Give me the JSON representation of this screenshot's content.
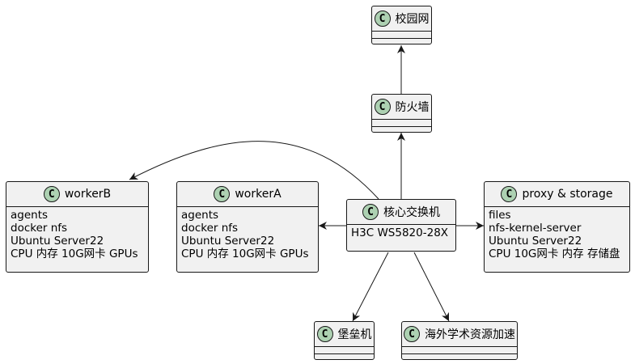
{
  "classes": {
    "campus": {
      "stereotype": "C",
      "name": "校园网",
      "members": []
    },
    "firewall": {
      "stereotype": "C",
      "name": "防火墙",
      "members": []
    },
    "core_switch": {
      "stereotype": "C",
      "name": "核心交换机",
      "members": [
        "H3C WS5820-28X"
      ]
    },
    "workerB": {
      "stereotype": "C",
      "name": "workerB",
      "members": [
        "agents",
        "docker nfs",
        "Ubuntu Server22",
        "CPU 内存 10G网卡 GPUs"
      ]
    },
    "workerA": {
      "stereotype": "C",
      "name": "workerA",
      "members": [
        "agents",
        "docker nfs",
        "Ubuntu Server22",
        "CPU 内存 10G网卡 GPUs"
      ]
    },
    "proxy": {
      "stereotype": "C",
      "name": "proxy & storage",
      "members": [
        "files",
        "nfs-kernel-server",
        "Ubuntu Server22",
        "CPU 10G网卡 内存 存储盘"
      ]
    },
    "bastion": {
      "stereotype": "C",
      "name": "堡垒机",
      "members": []
    },
    "overseas": {
      "stereotype": "C",
      "name": "海外学术资源加速",
      "members": []
    }
  },
  "colors": {
    "box_fill": "#f1f1f1",
    "border": "#181818",
    "badge_fill": "#add1b2"
  }
}
